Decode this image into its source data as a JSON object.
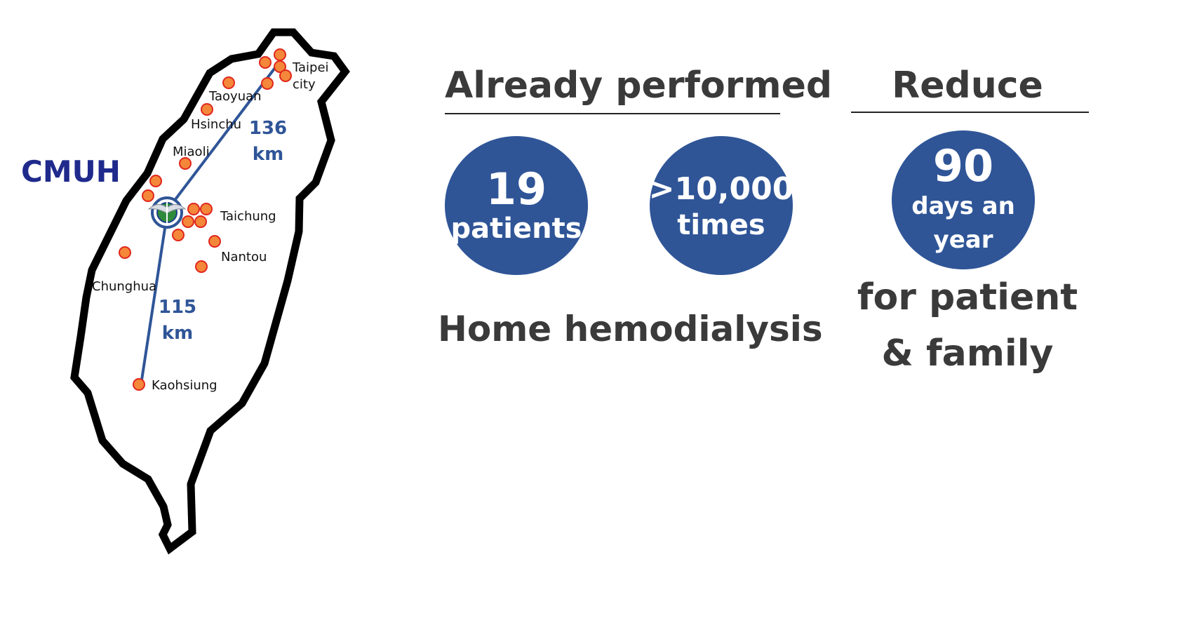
{
  "map": {
    "hospital_label": "CMUH",
    "cities": [
      {
        "name": "Taipei"
      },
      {
        "name": "city"
      },
      {
        "name": "Taoyuan"
      },
      {
        "name": "Hsinchu"
      },
      {
        "name": "Miaoli"
      },
      {
        "name": "Taichung"
      },
      {
        "name": "Nantou"
      },
      {
        "name": "Chunghua"
      },
      {
        "name": "Kaohsiung"
      }
    ],
    "distances": {
      "north_value": "136",
      "north_unit": "km",
      "south_value": "115",
      "south_unit": "km"
    },
    "colors": {
      "outline": "#000000",
      "route": "#2f5597",
      "marker_fill": "#f4873a",
      "marker_stroke": "#e0261c"
    }
  },
  "performed": {
    "heading": "Already performed",
    "patients_value": "19",
    "patients_label": "patients",
    "times_value": ">10,000",
    "times_label": "times",
    "caption": "Home hemodialysis"
  },
  "reduce": {
    "heading": "Reduce",
    "days_value": "90",
    "days_label_1": "days an",
    "days_label_2": "year",
    "caption_1": "for patient",
    "caption_2": "& family"
  },
  "colors": {
    "circle": "#2f5597",
    "heading_text": "#3a3a3a",
    "cmuh_text": "#1f2a8c"
  }
}
